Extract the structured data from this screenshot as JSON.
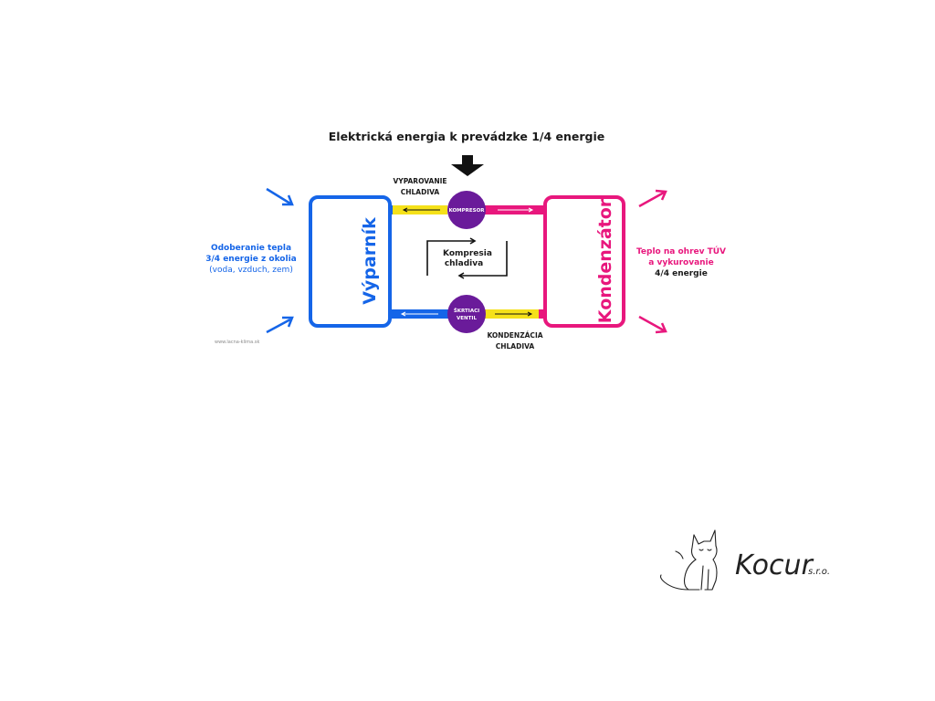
{
  "colors": {
    "blue": "#1565e8",
    "pink": "#e8177d",
    "purple": "#6a1b9a",
    "yellow": "#f5e11a",
    "black": "#111111"
  },
  "diagram": {
    "title": "Elektrická energia k prevádzke 1/4 energie",
    "evaporation_label": [
      "VYPAROVANIE",
      "CHLADIVA"
    ],
    "condensation_label": [
      "KONDENZÁCIA",
      "CHLADIVA"
    ],
    "compressor": "KOMPRESOR",
    "valve": [
      "ŠKRTIACI",
      "VENTIL"
    ],
    "compression_box": [
      "Kompresia",
      "chladiva"
    ],
    "evaporator": "Výparník",
    "condenser": "Kondenzátor",
    "left_text": [
      "Odoberanie tepla",
      "3/4 energie z okolia",
      "(voda, vzduch, zem)"
    ],
    "right_text": [
      "Teplo na ohrev TÚV",
      "a vykurovanie",
      "4/4 energie"
    ],
    "source_url": "www.lacna-klima.sk"
  },
  "logo": {
    "brand": "Kocur",
    "suffix": "s.r.o.",
    "icon": "cat-icon"
  }
}
